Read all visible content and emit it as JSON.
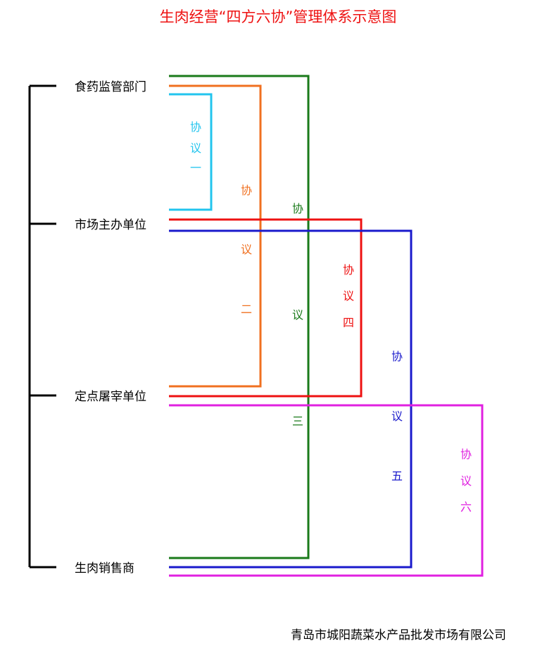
{
  "title": "生肉经营“四方六协”管理体系示意图",
  "parties": {
    "food_drug": "食药监管部门",
    "market_host": "市场主办单位",
    "slaughter": "定点屠宰单位",
    "meat_seller": "生肉销售商"
  },
  "agreements": [
    {
      "chars": [
        "协",
        "议",
        "一"
      ],
      "color": "#22c4ee"
    },
    {
      "chars": [
        "协",
        "议",
        "二"
      ],
      "color": "#f07020"
    },
    {
      "chars": [
        "协",
        "议",
        "三"
      ],
      "color": "#1a7a1a"
    },
    {
      "chars": [
        "协",
        "议",
        "四"
      ],
      "color": "#ee1111"
    },
    {
      "chars": [
        "协",
        "议",
        "五"
      ],
      "color": "#1a1acc"
    },
    {
      "chars": [
        "协",
        "议",
        "六"
      ],
      "color": "#e020e0"
    }
  ],
  "footer": "青岛市城阳蔬菜水产品批发市场有限公司"
}
